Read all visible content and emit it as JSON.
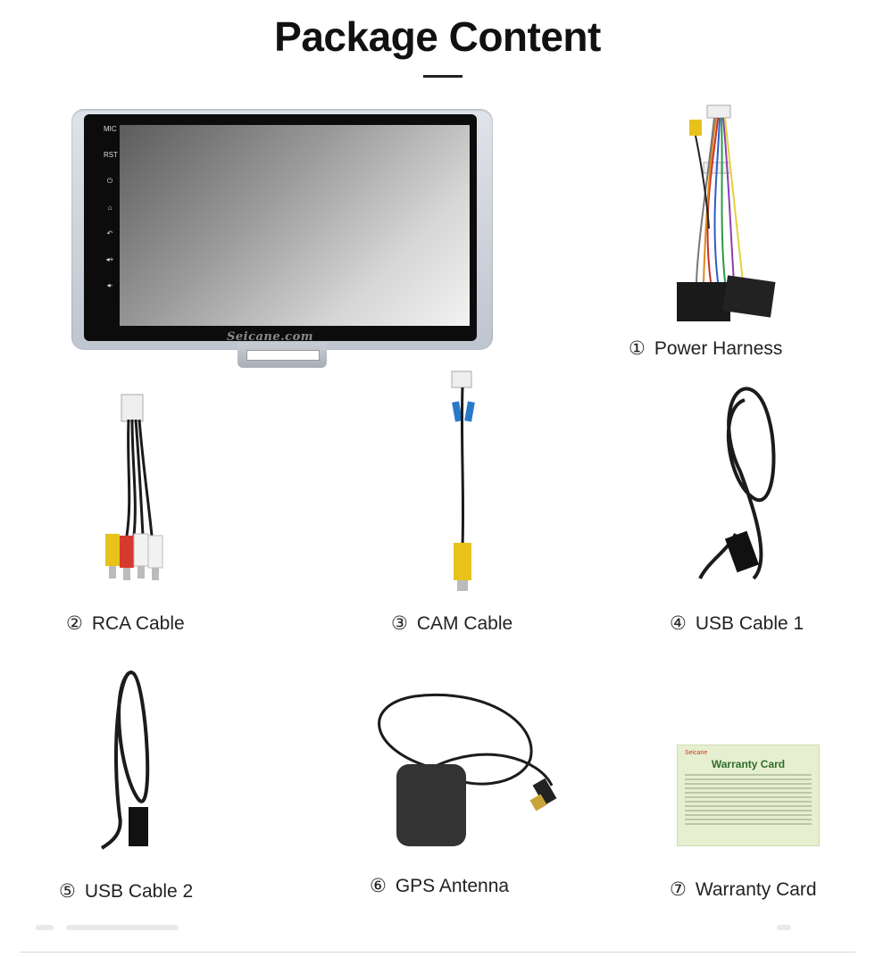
{
  "page": {
    "title": "Package Content"
  },
  "head_unit": {
    "brand": "Seicane.com",
    "buttons": [
      "MIC",
      "RST",
      "⏻",
      "⌂",
      "↶",
      "◂+",
      "◂-"
    ]
  },
  "items": [
    {
      "num": "①",
      "label": "Power Harness"
    },
    {
      "num": "②",
      "label": "RCA Cable"
    },
    {
      "num": "③",
      "label": "CAM Cable"
    },
    {
      "num": "④",
      "label": "USB Cable 1"
    },
    {
      "num": "⑤",
      "label": "USB Cable 2"
    },
    {
      "num": "⑥",
      "label": "GPS Antenna"
    },
    {
      "num": "⑦",
      "label": "Warranty Card"
    }
  ],
  "warranty_card": {
    "brand": "Seicane",
    "heading": "Warranty Card"
  },
  "colors": {
    "rca_yellow": "#e8c21a",
    "rca_red": "#d63a2c",
    "rca_white": "#f2f2f2",
    "cable_black": "#1b1b1b",
    "card_green": "#2f6e2a"
  }
}
